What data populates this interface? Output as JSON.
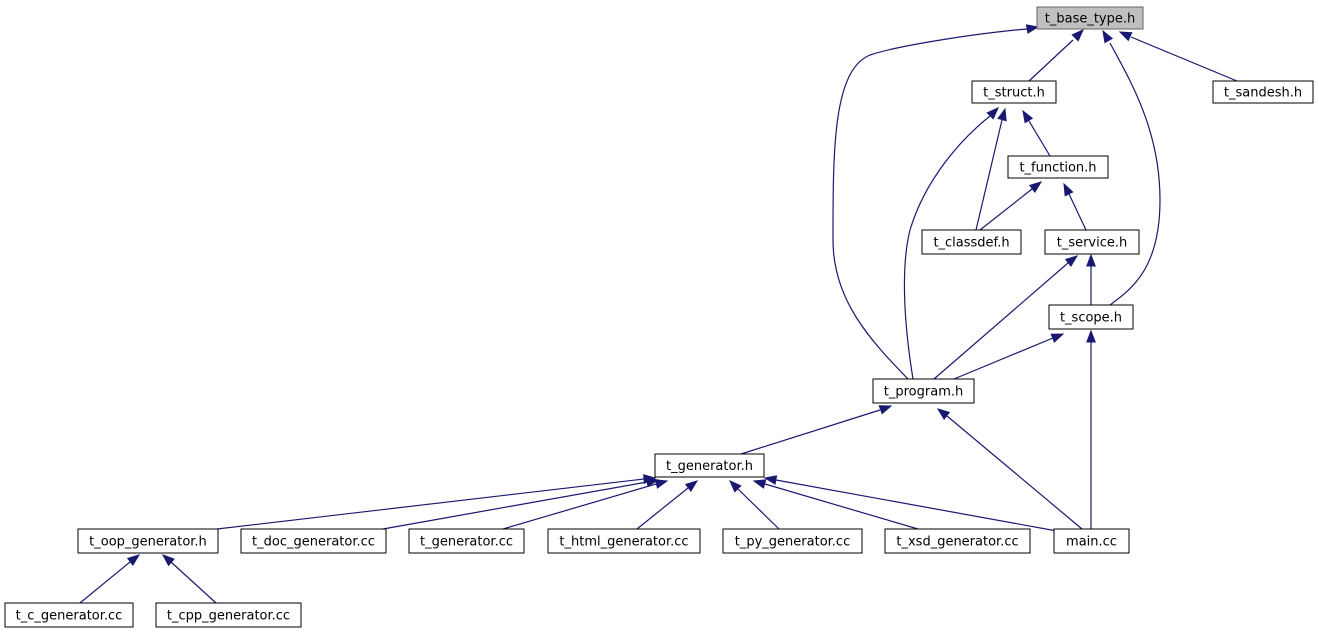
{
  "diagram": {
    "edge_color": "#191970",
    "current_node_fill": "#bfbfbf",
    "nodes": [
      {
        "id": "t_base_type_h",
        "label": "t_base_type.h",
        "current": true
      },
      {
        "id": "t_struct_h",
        "label": "t_struct.h"
      },
      {
        "id": "t_sandesh_h",
        "label": "t_sandesh.h"
      },
      {
        "id": "t_function_h",
        "label": "t_function.h"
      },
      {
        "id": "t_classdef_h",
        "label": "t_classdef.h"
      },
      {
        "id": "t_service_h",
        "label": "t_service.h"
      },
      {
        "id": "t_scope_h",
        "label": "t_scope.h"
      },
      {
        "id": "t_program_h",
        "label": "t_program.h"
      },
      {
        "id": "t_generator_h",
        "label": "t_generator.h"
      },
      {
        "id": "t_oop_generator_h",
        "label": "t_oop_generator.h"
      },
      {
        "id": "t_doc_generator_cc",
        "label": "t_doc_generator.cc"
      },
      {
        "id": "t_generator_cc",
        "label": "t_generator.cc"
      },
      {
        "id": "t_html_generator_cc",
        "label": "t_html_generator.cc"
      },
      {
        "id": "t_py_generator_cc",
        "label": "t_py_generator.cc"
      },
      {
        "id": "t_xsd_generator_cc",
        "label": "t_xsd_generator.cc"
      },
      {
        "id": "main_cc",
        "label": "main.cc"
      },
      {
        "id": "t_c_generator_cc",
        "label": "t_c_generator.cc"
      },
      {
        "id": "t_cpp_generator_cc",
        "label": "t_cpp_generator.cc"
      }
    ],
    "edges": [
      {
        "from": "t_struct_h",
        "to": "t_base_type_h"
      },
      {
        "from": "t_program_h",
        "to": "t_base_type_h"
      },
      {
        "from": "t_scope_h",
        "to": "t_base_type_h"
      },
      {
        "from": "t_sandesh_h",
        "to": "t_base_type_h"
      },
      {
        "from": "t_function_h",
        "to": "t_struct_h"
      },
      {
        "from": "t_classdef_h",
        "to": "t_struct_h"
      },
      {
        "from": "t_program_h",
        "to": "t_struct_h"
      },
      {
        "from": "t_classdef_h",
        "to": "t_function_h"
      },
      {
        "from": "t_service_h",
        "to": "t_function_h"
      },
      {
        "from": "t_scope_h",
        "to": "t_service_h"
      },
      {
        "from": "t_program_h",
        "to": "t_service_h"
      },
      {
        "from": "t_program_h",
        "to": "t_scope_h"
      },
      {
        "from": "main_cc",
        "to": "t_scope_h"
      },
      {
        "from": "t_generator_h",
        "to": "t_program_h"
      },
      {
        "from": "main_cc",
        "to": "t_program_h"
      },
      {
        "from": "t_oop_generator_h",
        "to": "t_generator_h"
      },
      {
        "from": "t_doc_generator_cc",
        "to": "t_generator_h"
      },
      {
        "from": "t_generator_cc",
        "to": "t_generator_h"
      },
      {
        "from": "t_html_generator_cc",
        "to": "t_generator_h"
      },
      {
        "from": "t_py_generator_cc",
        "to": "t_generator_h"
      },
      {
        "from": "t_xsd_generator_cc",
        "to": "t_generator_h"
      },
      {
        "from": "main_cc",
        "to": "t_generator_h"
      },
      {
        "from": "t_c_generator_cc",
        "to": "t_oop_generator_h"
      },
      {
        "from": "t_cpp_generator_cc",
        "to": "t_oop_generator_h"
      }
    ]
  }
}
